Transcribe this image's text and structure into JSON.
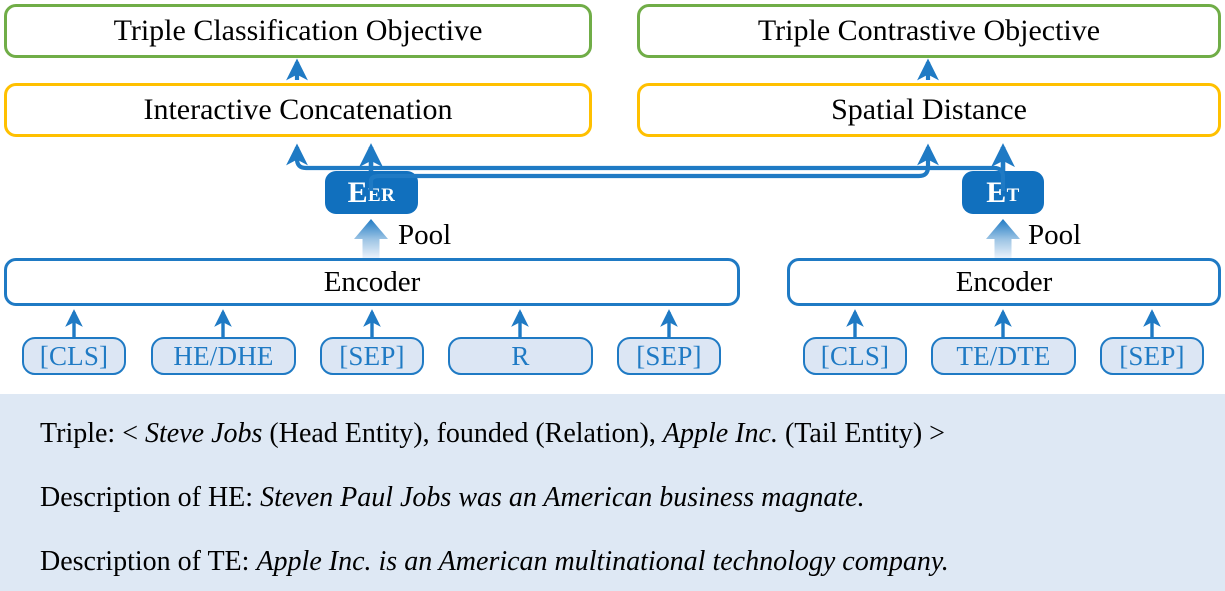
{
  "colors": {
    "green": "#70AD47",
    "amber": "#FFC000",
    "blue": "#1F7AC4",
    "token_fill": "#DCE6F4",
    "panel_bg": "#DEE8F4",
    "arrow_blue": "#1F7AC4",
    "embedding_fill": "#1170BE"
  },
  "objectives": {
    "left": "Triple Classification Objective",
    "right": "Triple Contrastive Objective"
  },
  "operations": {
    "left": "Interactive Concatenation",
    "right": "Spatial Distance"
  },
  "embeddings": {
    "left": {
      "base": "E",
      "subscript": "ER"
    },
    "right": {
      "base": "E",
      "subscript": "T"
    }
  },
  "pool": {
    "left_label": "Pool",
    "right_label": "Pool"
  },
  "encoders": {
    "left": "Encoder",
    "right": "Encoder"
  },
  "tokens": {
    "left": [
      "[CLS]",
      "HE/DHE",
      "[SEP]",
      "R",
      "[SEP]"
    ],
    "right": [
      "[CLS]",
      "TE/DTE",
      "[SEP]"
    ]
  },
  "info": {
    "triple": {
      "label": "Triple: ",
      "open": "< ",
      "head_entity": "Steve Jobs",
      "head_role": " (Head Entity), ",
      "relation": "founded",
      "relation_role": " (Relation), ",
      "tail_entity": "Apple Inc.",
      "tail_role": " (Tail Entity) ",
      "close": ">"
    },
    "description_he": {
      "label": "Description of HE: ",
      "text": "Steven Paul Jobs was an American business magnate."
    },
    "description_te": {
      "label": "Description of TE: ",
      "text": "Apple Inc. is an American multinational technology company."
    }
  }
}
